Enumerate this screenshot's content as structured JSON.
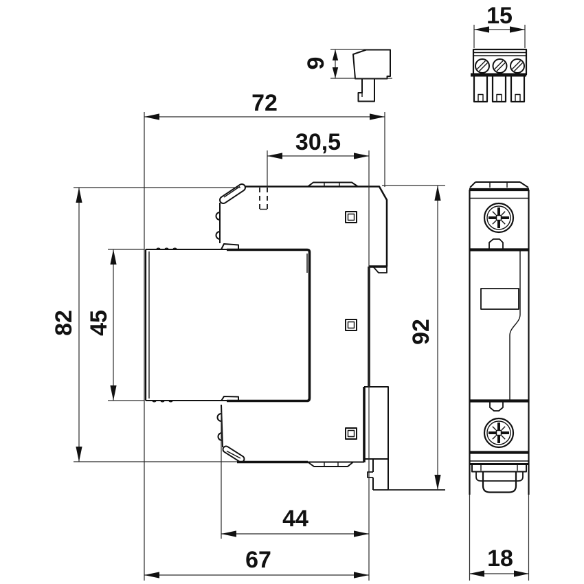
{
  "drawing": {
    "background": "#ffffff",
    "line_color": "#111111",
    "dimension_color": "#2a2a2a",
    "labels": {
      "d9": "9",
      "d15": "15",
      "d72": "72",
      "d30_5": "30,5",
      "d82": "82",
      "d45": "45",
      "d92": "92",
      "d44": "44",
      "d67": "67",
      "d18": "18"
    }
  }
}
